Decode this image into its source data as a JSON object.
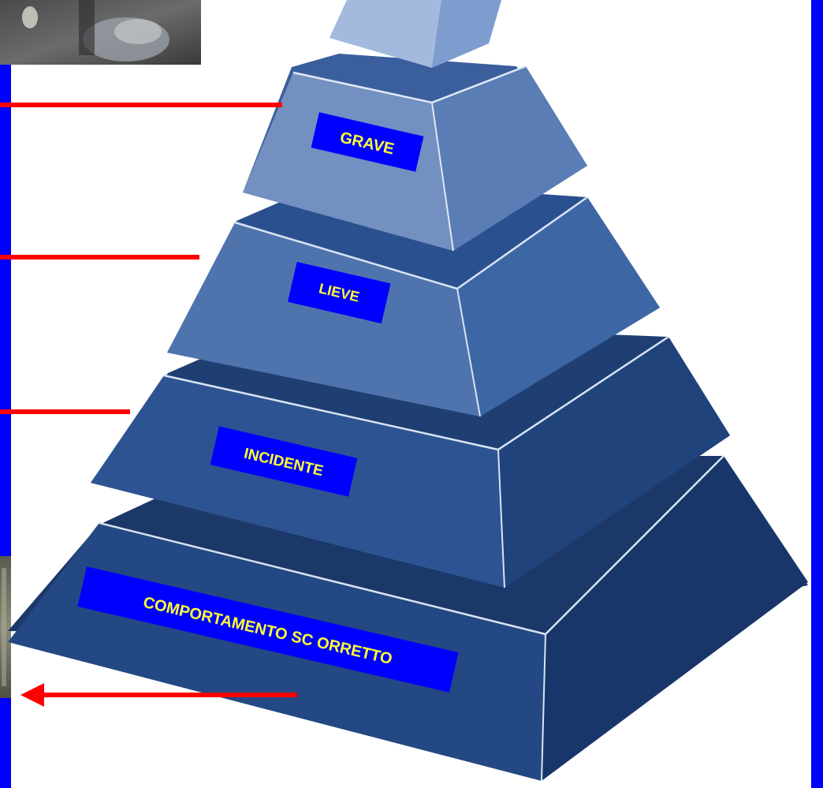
{
  "diagram": {
    "tiers": [
      {
        "id": "top",
        "label": ""
      },
      {
        "id": "grave",
        "label": "GRAVE"
      },
      {
        "id": "lieve",
        "label": "LIEVE"
      },
      {
        "id": "incidente",
        "label": "INCIDENTE"
      },
      {
        "id": "comportamento",
        "label": "COMPORTAMENTO SC ORRETTO"
      }
    ]
  },
  "colors": {
    "side_bar": "#0000ff",
    "arrow": "#ff0000",
    "label_box": "#0000ff",
    "label_text": "#ffff33"
  }
}
